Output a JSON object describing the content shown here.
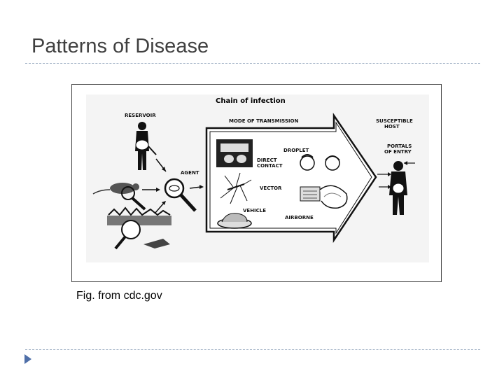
{
  "slide": {
    "title": "Patterns of Disease",
    "caption": "Fig. from cdc.gov"
  },
  "figure": {
    "title": "Chain of infection",
    "labels": {
      "reservoir": "RESERVOIR",
      "agent": "AGENT",
      "mode_of_transmission": "MODE OF TRANSMISSION",
      "direct_contact_line1": "DIRECT",
      "direct_contact_line2": "CONTACT",
      "droplet": "DROPLET",
      "vector": "VECTOR",
      "vehicle": "VEHICLE",
      "airborne": "AIRBORNE",
      "susceptible_host_line1": "SUSCEPTIBLE",
      "susceptible_host_line2": "HOST",
      "portals_of_entry_line1": "PORTALS",
      "portals_of_entry_line2": "OF ENTRY"
    }
  },
  "colors": {
    "title_text": "#404040",
    "rule": "#9fb0c4",
    "nav_arrow": "#4f6fa8",
    "figure_ink": "#111111"
  }
}
